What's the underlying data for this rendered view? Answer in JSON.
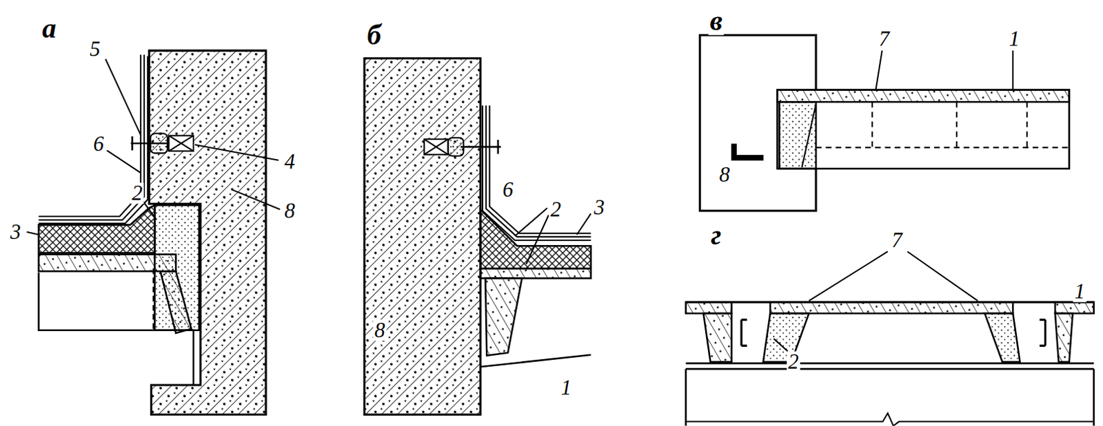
{
  "diagram": {
    "labels": [
      "а",
      "5",
      "6",
      "2",
      "3",
      "4",
      "8",
      "б",
      "6",
      "2",
      "3",
      "8",
      "1",
      "в",
      "7",
      "1",
      "8",
      "г",
      "7",
      "1",
      "2"
    ]
  }
}
